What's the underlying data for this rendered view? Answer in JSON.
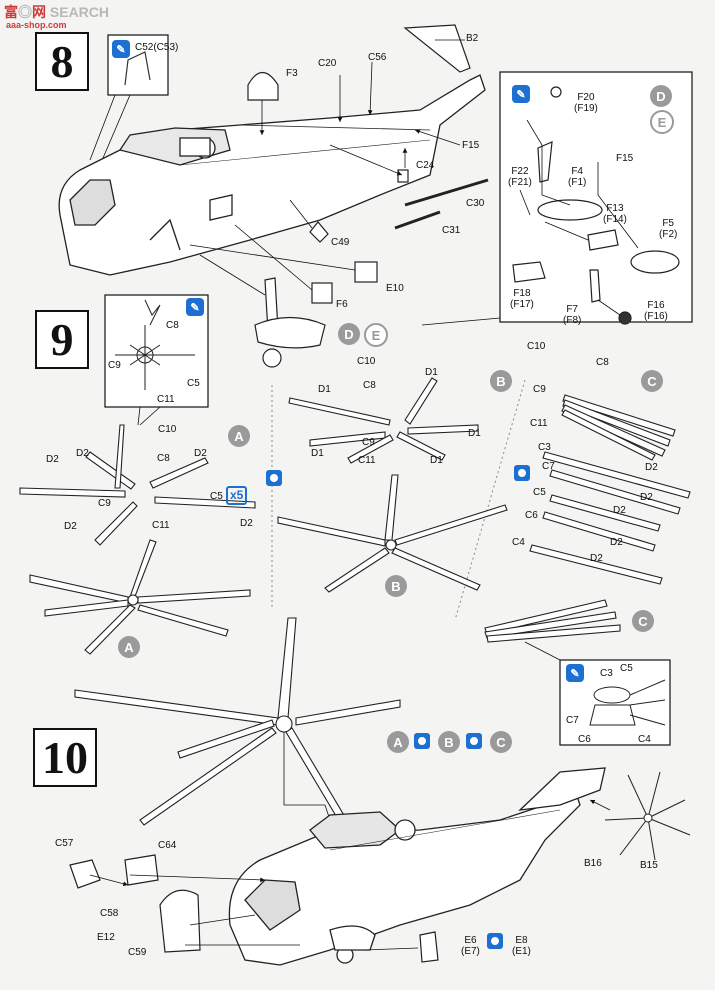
{
  "watermark": {
    "part1": "富",
    "part2": "◎",
    "part3": "网",
    "part4": " SEARCH",
    "url": "aaa-shop.com"
  },
  "steps": {
    "s8": "8",
    "s9": "9",
    "s10": "10"
  },
  "letters": {
    "a": "A",
    "b": "B",
    "c": "C",
    "d": "D",
    "e": "E"
  },
  "x5": "x5",
  "labels": {
    "c52": "C52(C53)",
    "c20": "C20",
    "c56": "C56",
    "b2": "B2",
    "f3": "F3",
    "f15": "F15",
    "c24": "C24",
    "c30": "C30",
    "c31": "C31",
    "c49": "C49",
    "e10": "E10",
    "f6": "F6",
    "f20": "F20\n(F19)",
    "f15b": "F15",
    "f22": "F22\n(F21)",
    "f4": "F4\n(F1)",
    "f13": "F13\n(F14)",
    "f5": "F5\n(F2)",
    "f18": "F18\n(F17)",
    "f7": "F7\n(F8)",
    "f16": "F16\n(F16)",
    "c8a": "C8",
    "c9a": "C9",
    "c5a": "C5",
    "c11a": "C11",
    "c10b": "C10",
    "c8b": "C8",
    "c9b": "C9",
    "c5b": "C5",
    "c11b": "C11",
    "d2": "D2",
    "c10c": "C10",
    "c8c": "C8",
    "c9c": "C9",
    "c11c": "C11",
    "d1": "D1",
    "c10d": "C10",
    "c8d": "C8",
    "c9d": "C9",
    "c11d": "C11",
    "c3": "C3",
    "c7": "C7",
    "c5d": "C5",
    "c6": "C6",
    "c4": "C4",
    "c3e": "C3",
    "c5e": "C5",
    "c7e": "C7",
    "c6e": "C6",
    "c4e": "C4",
    "c57": "C57",
    "c64": "C64",
    "c58": "C58",
    "e12": "E12",
    "c59": "C59",
    "e6": "E6\n(E7)",
    "e8": "E8\n(E1)",
    "b16": "B16",
    "b15": "B15"
  }
}
